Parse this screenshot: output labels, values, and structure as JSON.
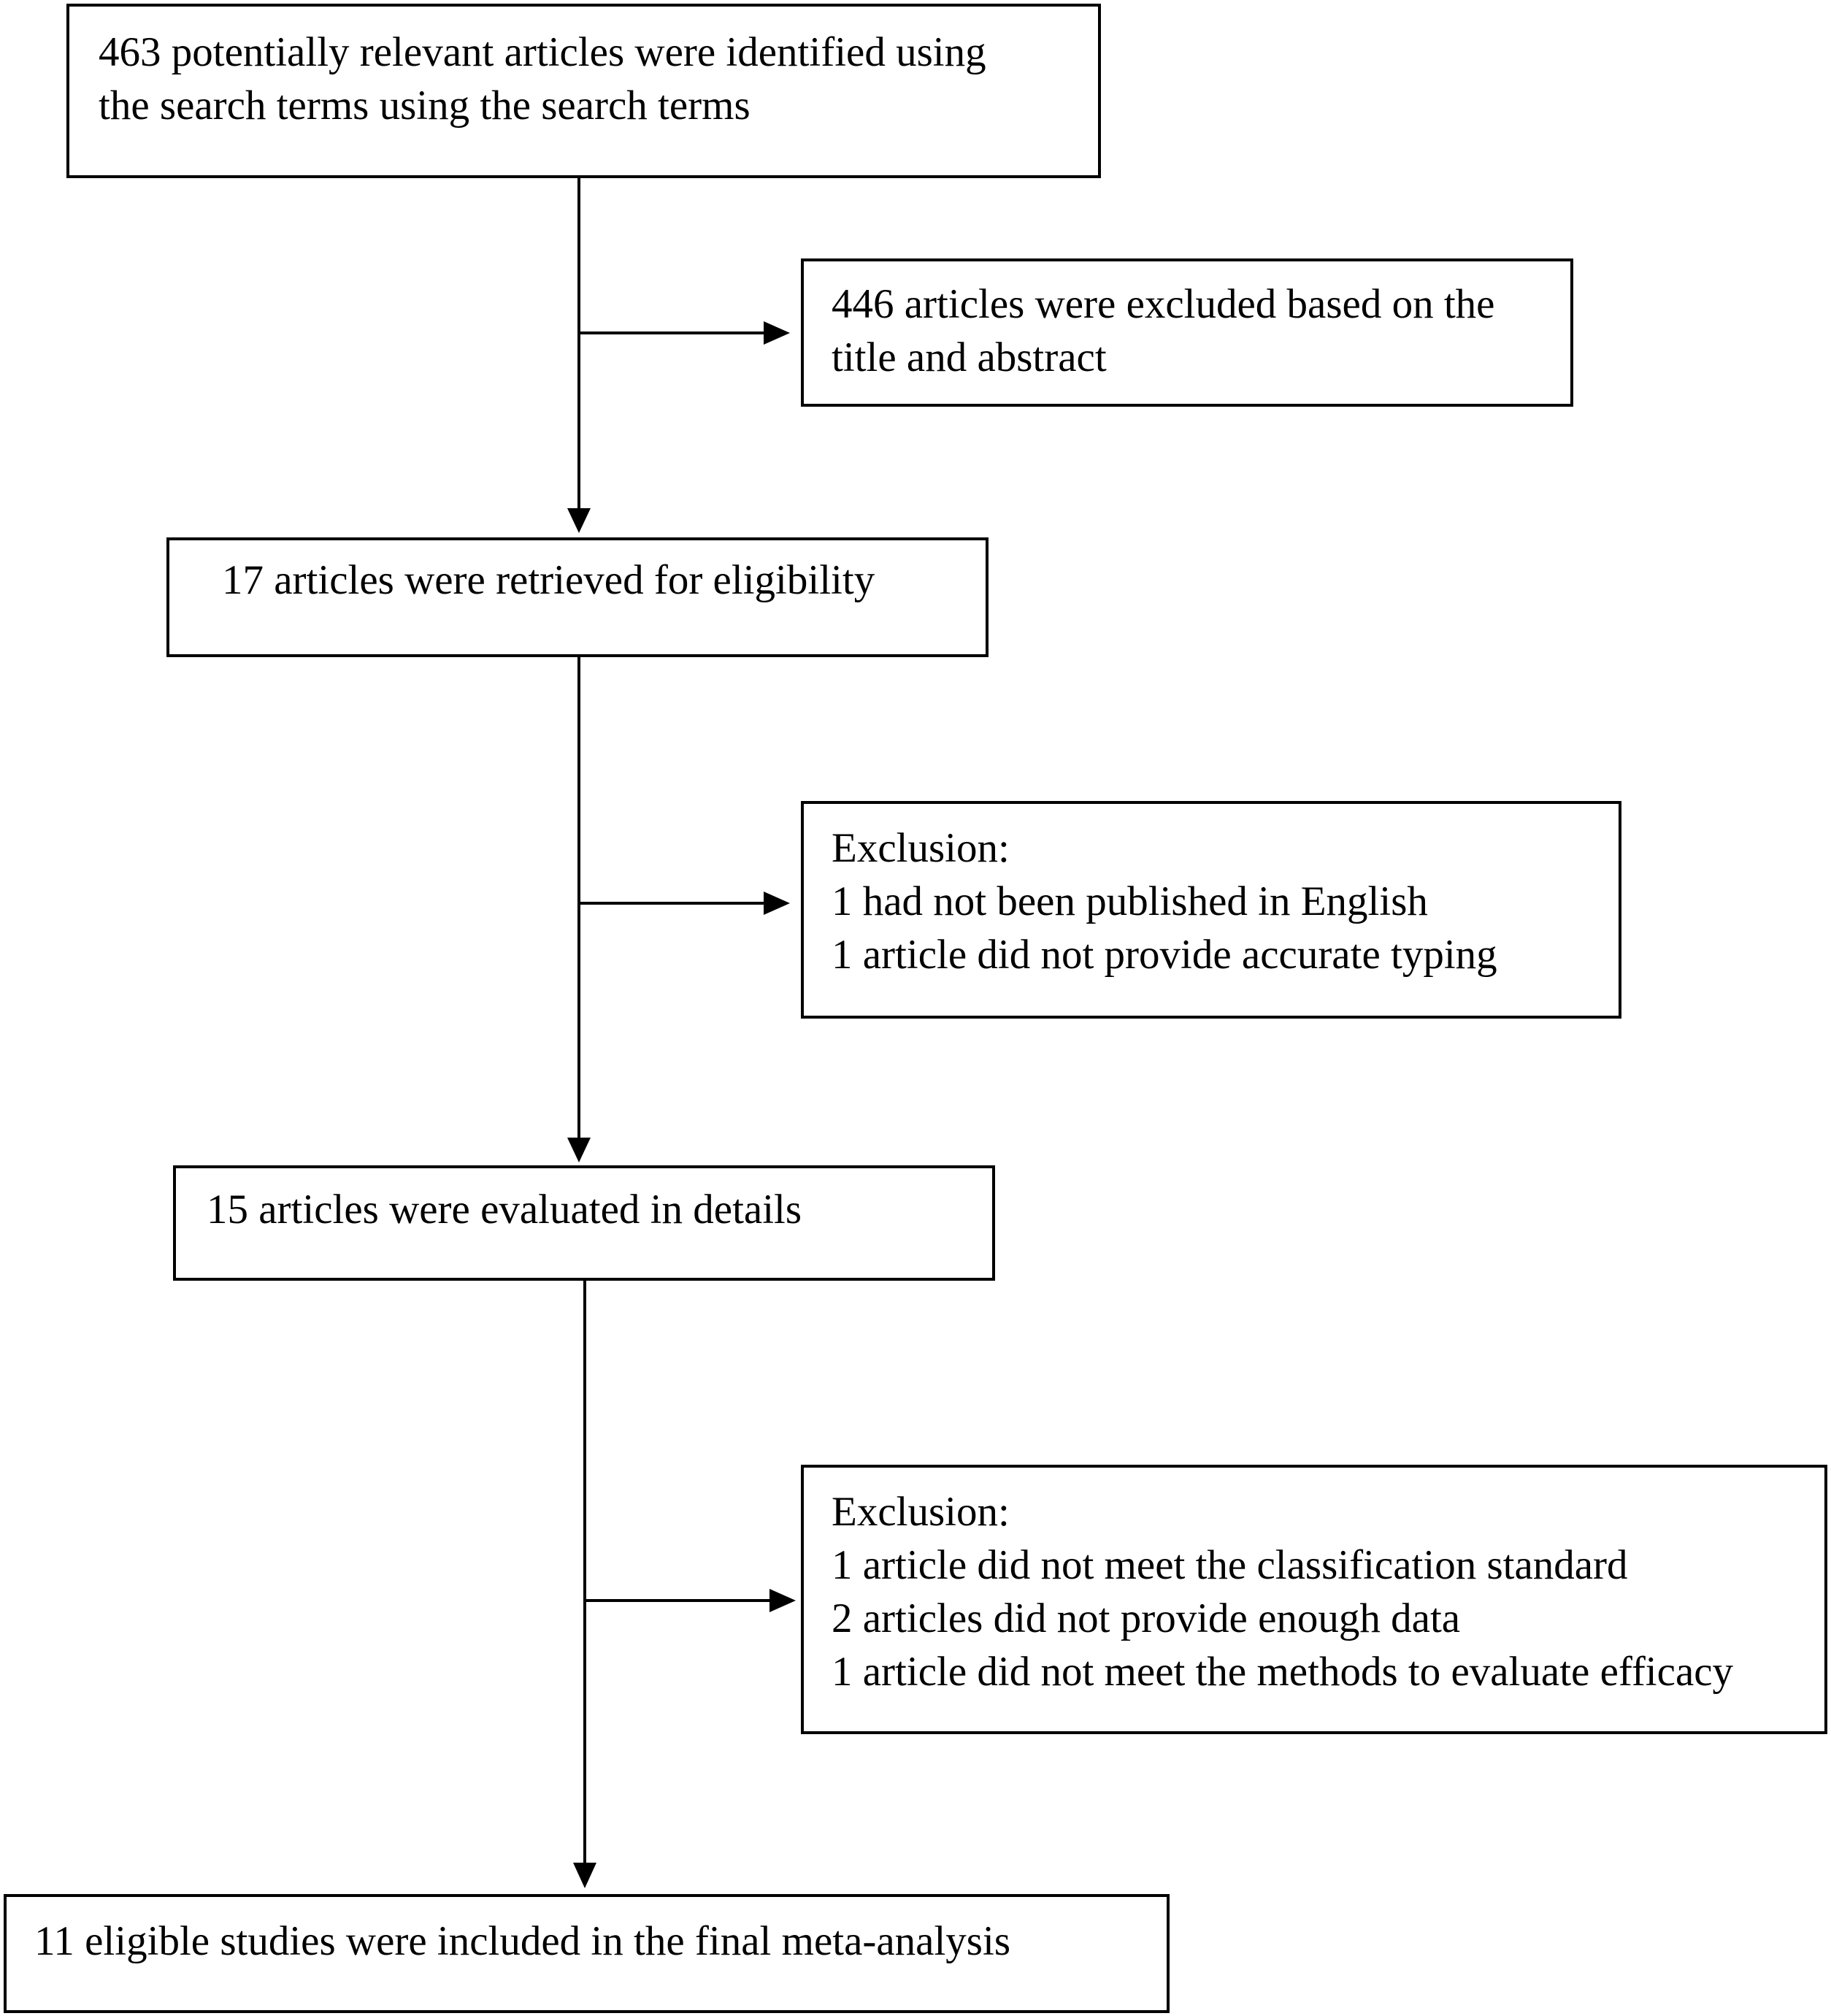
{
  "flowchart": {
    "identified": {
      "lines": [
        "463 potentially  relevant articles were identified  using",
        "the search terms using  the search terms"
      ]
    },
    "excluded_title_abstract": {
      "lines": [
        "446 articles were excluded based on the",
        "title and abstract"
      ]
    },
    "retrieved": {
      "lines": [
        "17 articles were retrieved for eligibility"
      ]
    },
    "exclusion_1": {
      "lines": [
        "Exclusion:",
        "1 had not been published  in English",
        "1 article did not provide accurate typing"
      ]
    },
    "evaluated": {
      "lines": [
        "15 articles were evaluated in details"
      ]
    },
    "exclusion_2": {
      "lines": [
        "Exclusion:",
        "1 article did not meet the classification  standard",
        "2 articles did not provide enough data",
        "1 article did not meet the methods to evaluate efficacy"
      ]
    },
    "included": {
      "lines": [
        "11 eligible  studies were included in the final meta-analysis"
      ]
    }
  }
}
